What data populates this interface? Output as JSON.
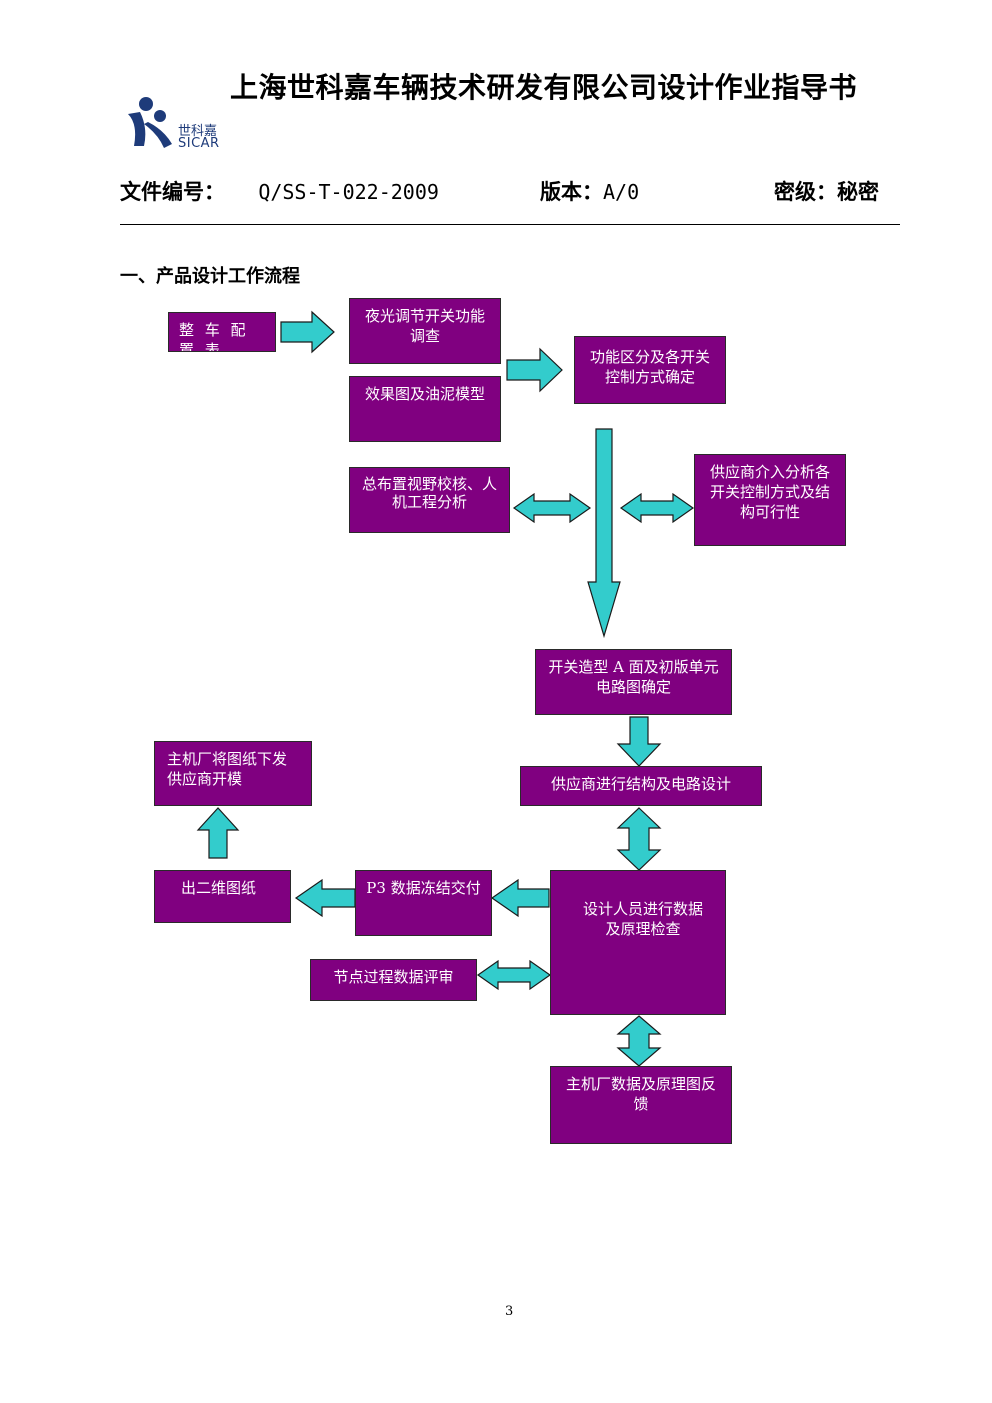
{
  "header": {
    "title": "上海世科嘉车辆技术研发有限公司设计作业指导书",
    "logo_cn": "世科嘉",
    "logo_en": "SICAR",
    "doc_no_label": "文件编号：",
    "doc_no_value": "Q/SS-T-022-2009",
    "version_label": "版本：",
    "version_value": "A/0",
    "secrecy_label": "密级：",
    "secrecy_value": "秘密"
  },
  "section_title": "一、产品设计工作流程",
  "flow": {
    "config_table": "整 车 配 置 表",
    "night_light": "夜光调节开关功能调查",
    "render_model": "效果图及油泥模型",
    "function_zone": "功能区分及各开关控制方式确定",
    "layout_check": "总布置视野校核、人机工程分析",
    "supplier_analysis": "供应商介入分析各开关控制方式及结构可行性",
    "switch_styling": "开关造型 A 面及初版单元电路图确定",
    "supplier_design": "供应商进行结构及电路设计",
    "designer_check": "设计人员进行数据及原理检查",
    "oem_feedback": "主机厂数据及原理图反馈",
    "node_review": "节点过程数据评审",
    "p3_freeze": "P3 数据冻结交付",
    "drawing_2d": "出二维图纸",
    "oem_issue": "主机厂将图纸下发供应商开模"
  },
  "colors": {
    "box_fill": "#800080",
    "arrow_fill": "#33CCCC",
    "logo_blue": "#1e3b7a"
  },
  "page_number": "3"
}
